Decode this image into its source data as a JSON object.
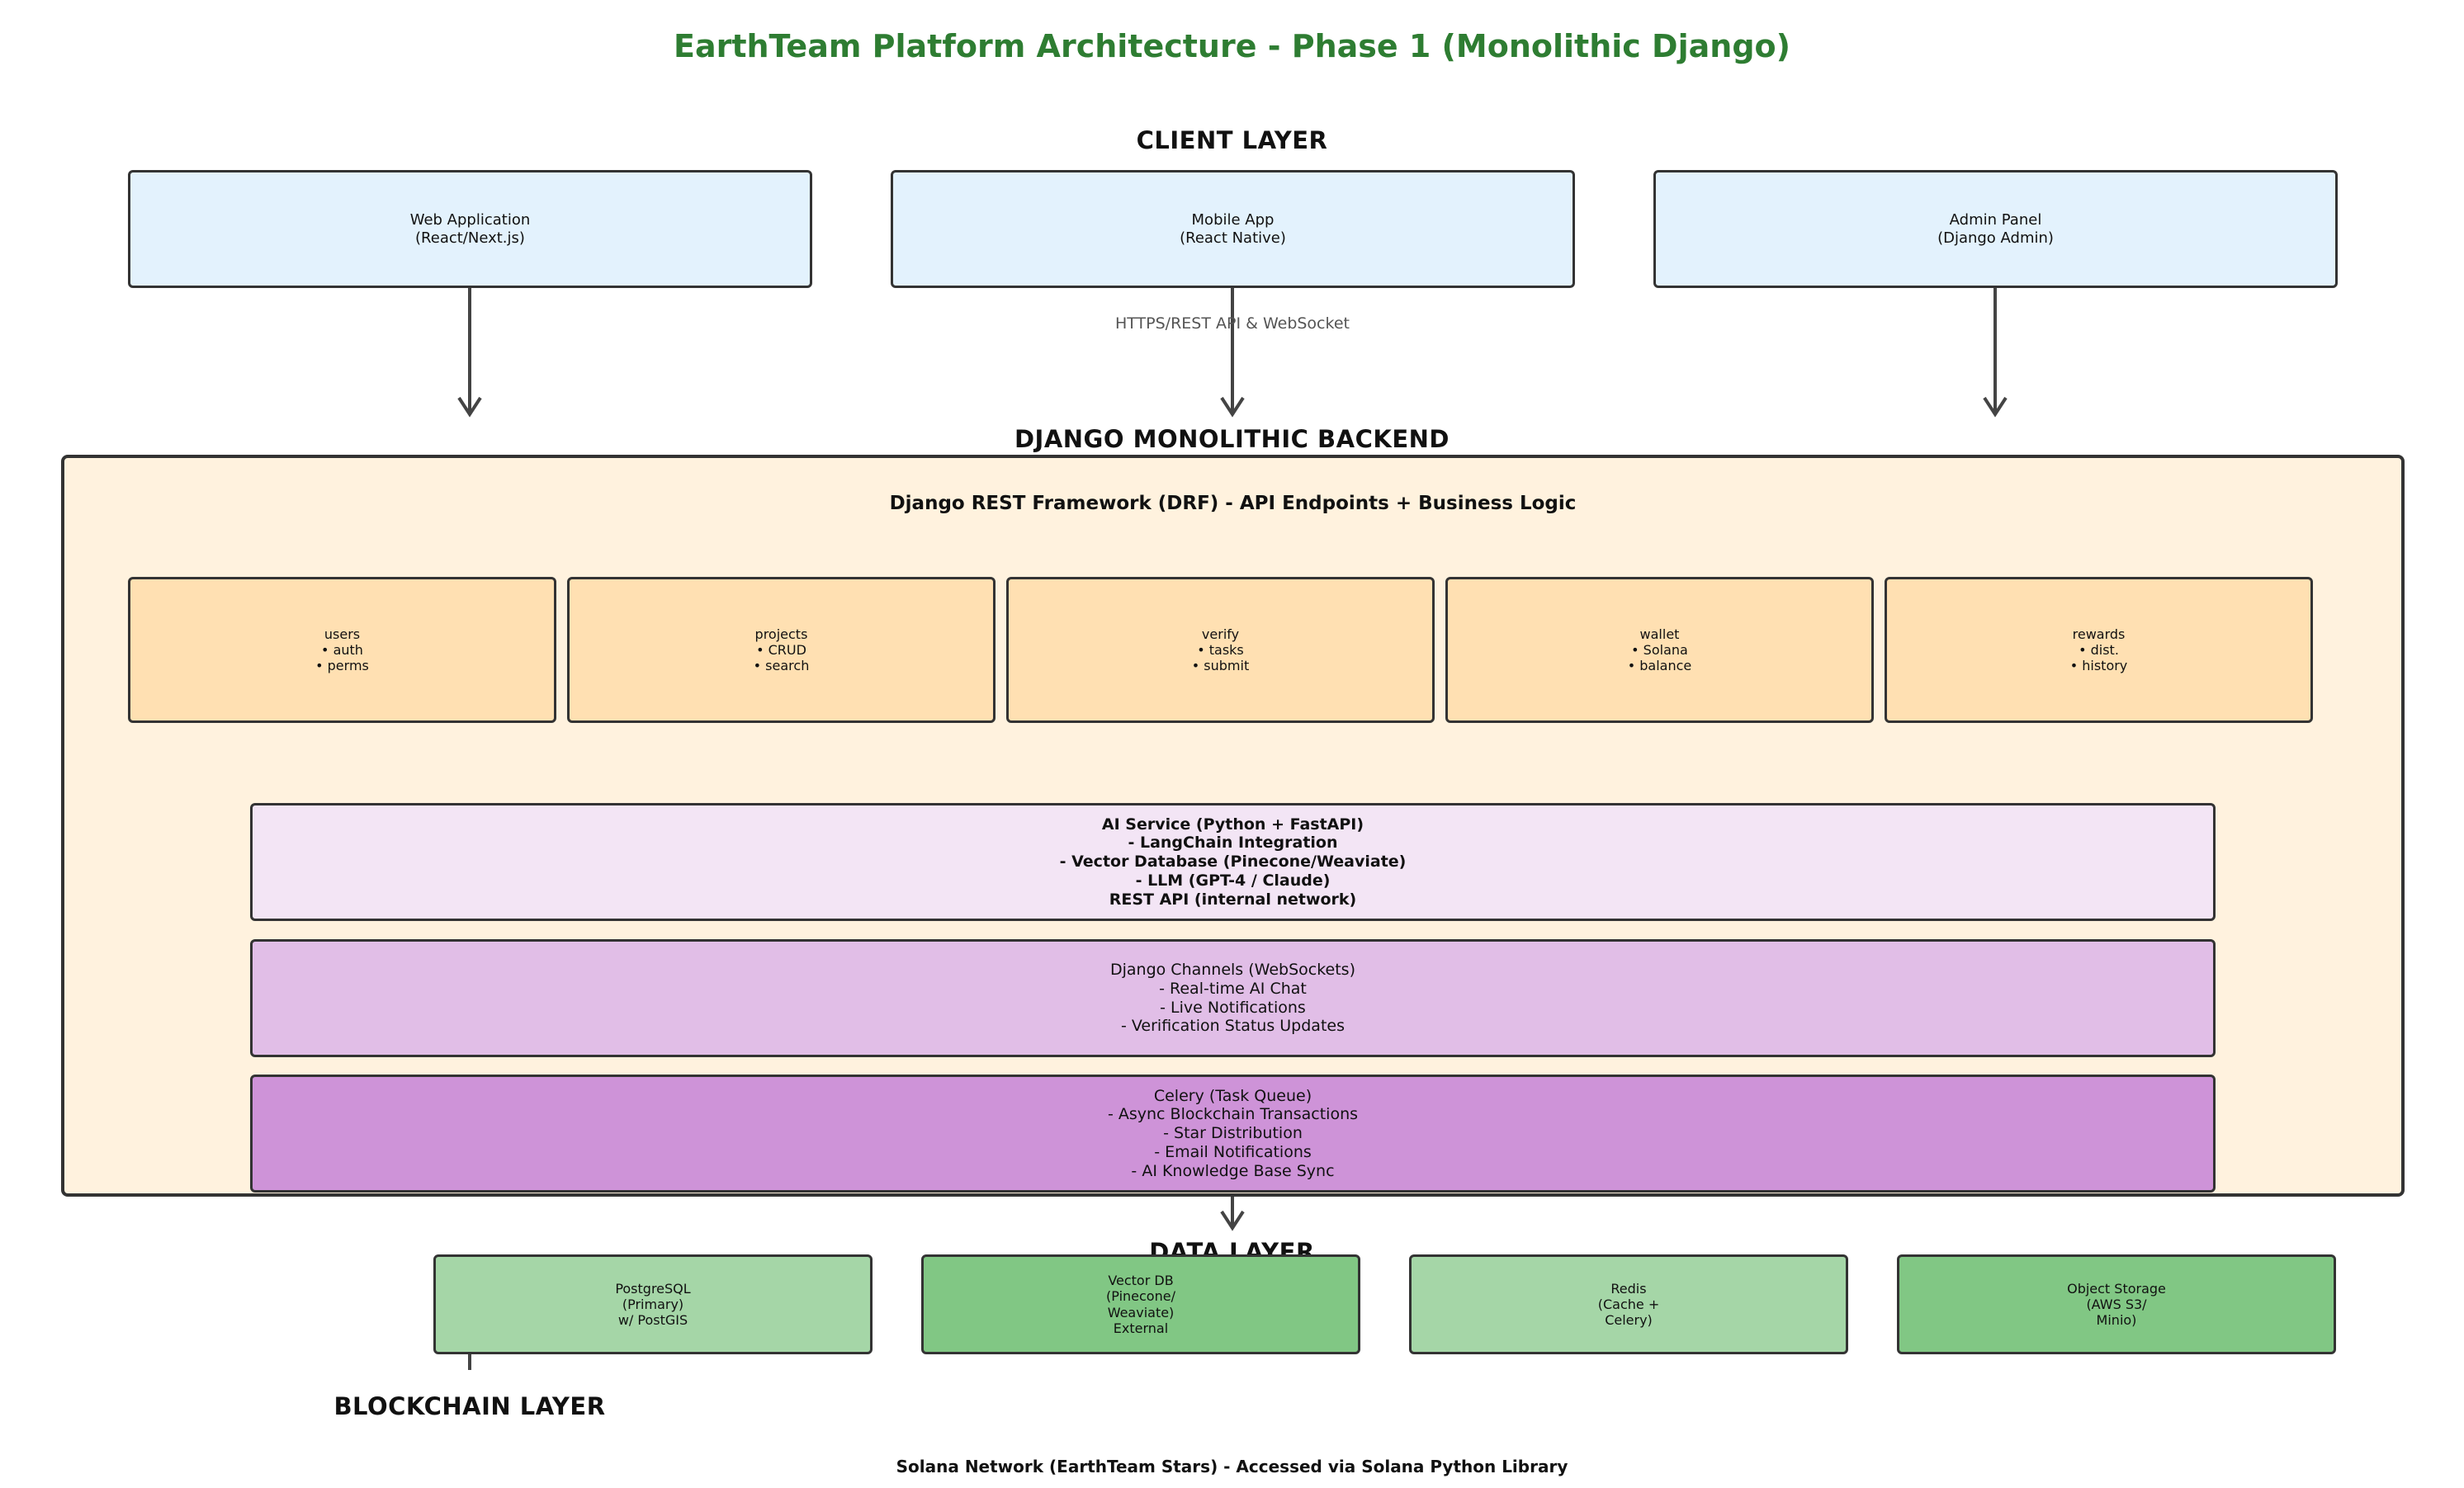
{
  "title": "EarthTeam Platform Architecture - Phase 1 (Monolithic Django)",
  "client_layer": {
    "label": "CLIENT LAYER",
    "boxes": [
      "Web Application\n(React/Next.js)",
      "Mobile App\n(React Native)",
      "Admin Panel\n(Django Admin)"
    ],
    "connection_label": "HTTPS/REST API & WebSocket"
  },
  "backend": {
    "label": "DJANGO MONOLITHIC BACKEND",
    "framework_title": "Django REST Framework (DRF) - API Endpoints + Business Logic",
    "modules": [
      "users\n• auth\n• perms",
      "projects\n• CRUD\n• search",
      "verify\n• tasks\n• submit",
      "wallet\n• Solana\n• balance",
      "rewards\n• dist.\n• history"
    ],
    "ai_service": "AI Service (Python + FastAPI)\n- LangChain Integration\n- Vector Database (Pinecone/Weaviate)\n- LLM (GPT-4 / Claude)\nREST API (internal network)",
    "channels": "Django Channels (WebSockets)\n- Real-time AI Chat\n- Live Notifications\n- Verification Status Updates",
    "celery": "Celery (Task Queue)\n- Async Blockchain Transactions\n- Star Distribution\n- Email Notifications\n- AI Knowledge Base Sync"
  },
  "data_layer": {
    "label": "DATA LAYER",
    "stores": [
      "PostgreSQL\n(Primary)\nw/ PostGIS",
      "Vector DB\n(Pinecone/\nWeaviate)\nExternal",
      "Redis\n(Cache +\nCelery)",
      "Object Storage\n(AWS S3/\nMinio)"
    ]
  },
  "blockchain_layer": {
    "label": "BLOCKCHAIN LAYER",
    "description": "Solana Network (EarthTeam Stars) - Accessed via Solana Python Library"
  },
  "colors": {
    "title": "#2e7d32",
    "client": "#e3f2fd",
    "backend_frame": "#fff2de",
    "module": "#ffe0b2",
    "ai_service": "#f3e5f5",
    "channels": "#e1bee7",
    "celery": "#ce93d8",
    "data_light": "#a5d6a7",
    "data_dark": "#81c784",
    "arrow": "#444444"
  }
}
